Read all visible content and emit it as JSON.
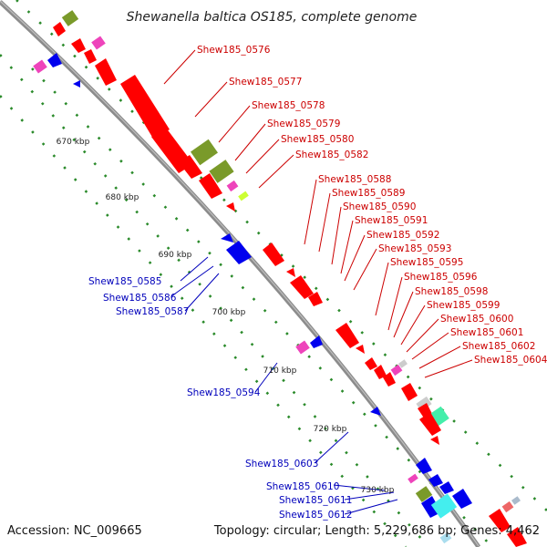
{
  "header": {
    "title": "Shewanella baltica OS185, complete genome"
  },
  "footer": {
    "accession": "Accession: NC_009665",
    "topology": "Topology: circular; Length: 5,229,686 bp; Genes: 4,462"
  },
  "ticks": [
    "670 kbp",
    "680 kbp",
    "690 kbp",
    "700 kbp",
    "710 kbp",
    "720 kbp",
    "730 kbp"
  ],
  "labels_forward": [
    "Shew185_0576",
    "Shew185_0577",
    "Shew185_0578",
    "Shew185_0579",
    "Shew185_0580",
    "Shew185_0582",
    "Shew185_0588",
    "Shew185_0589",
    "Shew185_0590",
    "Shew185_0591",
    "Shew185_0592",
    "Shew185_0593",
    "Shew185_0595",
    "Shew185_0596",
    "Shew185_0598",
    "Shew185_0599",
    "Shew185_0600",
    "Shew185_0601",
    "Shew185_0602",
    "Shew185_0604"
  ],
  "labels_reverse": [
    "Shew185_0585",
    "Shew185_0586",
    "Shew185_0587",
    "Shew185_0594",
    "Shew185_0603",
    "Shew185_0610",
    "Shew185_0611",
    "Shew185_0612"
  ],
  "colors": {
    "forward_cds": "#ff0000",
    "reverse_cds": "#0000ee",
    "label_forward": "#cc0000",
    "label_reverse": "#0000bb",
    "backbone": "#8c8c8c",
    "olive_feature": "#7a9a2a",
    "pink_feature": "#ee44bb",
    "cyan_feature": "#44eeee",
    "green_dots": "#2a8a2a"
  }
}
